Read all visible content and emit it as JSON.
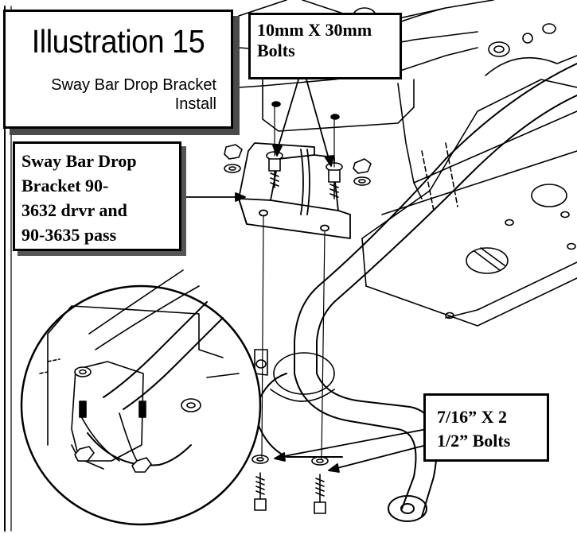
{
  "title": {
    "main": "Illustration 15",
    "subtitle_line1": "Sway Bar Drop Bracket",
    "subtitle_line2": "Install"
  },
  "callouts": {
    "bolts_10mm": {
      "line1": "10mm X 30mm",
      "line2": "Bolts"
    },
    "bracket": {
      "line1": "Sway Bar Drop",
      "line2": "Bracket 90-",
      "line3": "3632 drvr and",
      "line4": "90-3635 pass"
    },
    "bolts_7_16": {
      "line1": "7/16” X 2",
      "line2": "1/2” Bolts"
    }
  },
  "icons": [
    "arrow-icon",
    "bolt-icon",
    "nut-icon",
    "washer-icon"
  ]
}
